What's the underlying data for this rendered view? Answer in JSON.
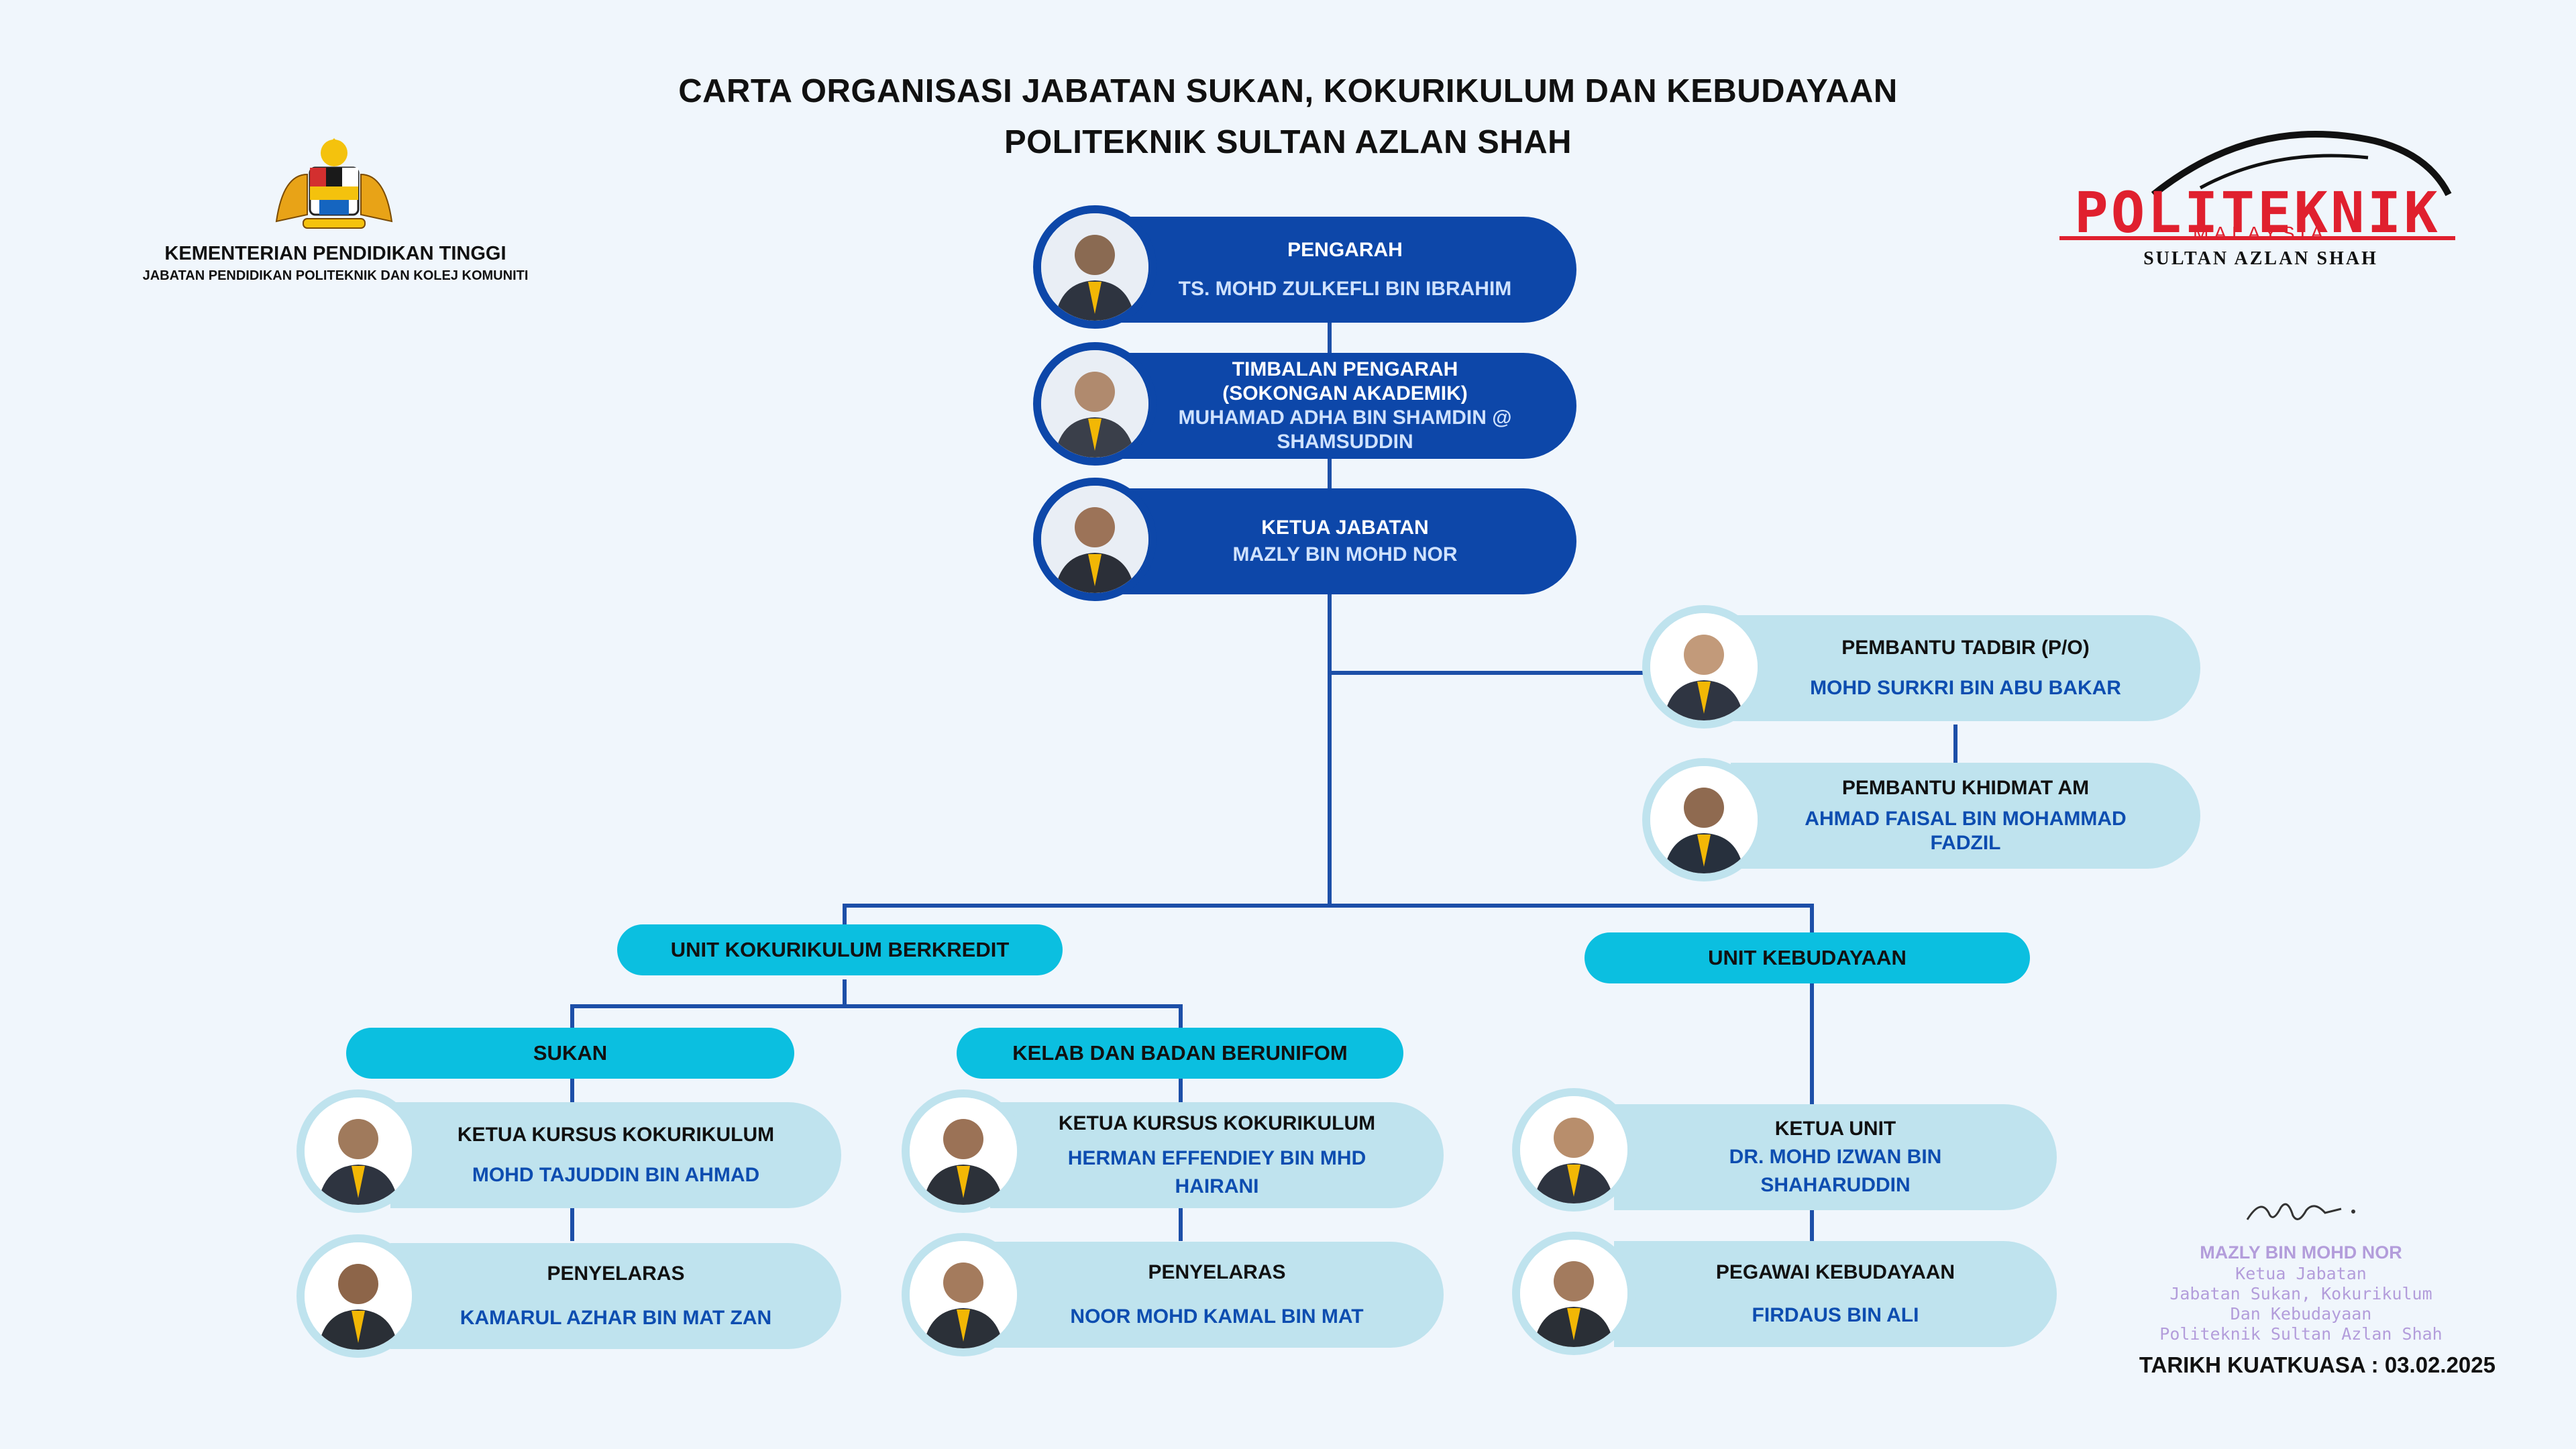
{
  "header": {
    "title_line1": "CARTA ORGANISASI JABATAN SUKAN, KOKURIKULUM DAN KEBUDAYAAN",
    "title_line2": "POLITEKNIK SULTAN AZLAN SHAH"
  },
  "ministry": {
    "name": "KEMENTERIAN PENDIDIKAN TINGGI",
    "department": "JABATAN PENDIDIKAN POLITEKNIK DAN KOLEJ KOMUNITI"
  },
  "logo": {
    "word": "POLITEKNIK",
    "country": "MALAYSIA",
    "campus": "SULTAN AZLAN SHAH"
  },
  "top": {
    "pengarah": {
      "role": "PENGARAH",
      "name": "TS. MOHD ZULKEFLI BIN IBRAHIM"
    },
    "timbalan": {
      "role_line1": "TIMBALAN PENGARAH",
      "role_line2": "(SOKONGAN AKADEMIK)",
      "name_line1": "MUHAMAD ADHA BIN SHAMDIN @",
      "name_line2": "SHAMSUDDIN"
    },
    "ketua_jabatan": {
      "role": "KETUA JABATAN",
      "name": "MAZLY BIN MOHD NOR"
    }
  },
  "support": {
    "pembantu_tadbir": {
      "role": "PEMBANTU TADBIR (P/O)",
      "name": "MOHD SURKRI BIN ABU BAKAR"
    },
    "pembantu_khidmat": {
      "role": "PEMBANTU KHIDMAT AM",
      "name_line1": "AHMAD FAISAL BIN MOHAMMAD",
      "name_line2": "FADZIL"
    }
  },
  "units": {
    "kokurikulum": "UNIT KOKURIKULUM BERKREDIT",
    "kebudayaan": "UNIT KEBUDAYAAN",
    "sukan": "SUKAN",
    "kelab": "KELAB DAN BADAN BERUNIFOM"
  },
  "sukan_staff": {
    "ketua": {
      "role": "KETUA KURSUS KOKURIKULUM",
      "name": "MOHD TAJUDDIN BIN AHMAD"
    },
    "penyelaras": {
      "role": "PENYELARAS",
      "name": "KAMARUL AZHAR BIN MAT ZAN"
    }
  },
  "kelab_staff": {
    "ketua": {
      "role": "KETUA KURSUS KOKURIKULUM",
      "name_line1": "HERMAN EFFENDIEY BIN MHD",
      "name_line2": "HAIRANI"
    },
    "penyelaras": {
      "role": "PENYELARAS",
      "name": "NOOR MOHD KAMAL BIN MAT"
    }
  },
  "kebudayaan_staff": {
    "ketua": {
      "role": "KETUA UNIT",
      "name_line1": "DR. MOHD IZWAN BIN",
      "name_line2": "SHAHARUDDIN"
    },
    "pegawai": {
      "role": "PEGAWAI KEBUDAYAAN",
      "name": "FIRDAUS BIN ALI"
    }
  },
  "stamp": {
    "name": "MAZLY BIN MOHD NOR",
    "line1": "Ketua Jabatan",
    "line2": "Jabatan Sukan, Kokurikulum",
    "line3": "Dan Kebudayaan",
    "line4": "Politeknik Sultan Azlan Shah"
  },
  "effective_date": "TARIKH KUATKUASA : 03.02.2025",
  "colors": {
    "background": "#f0f6fc",
    "dark_box": "#0d47a9",
    "light_box": "#bfe3ee",
    "unit_pill": "#0bbfe0",
    "connector": "#1d4fa8",
    "logo_red": "#e0202e"
  }
}
